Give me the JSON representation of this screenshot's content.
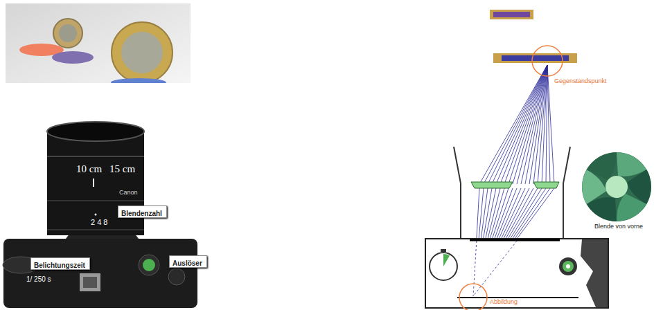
{
  "diagram": {
    "nodes": [
      {
        "text": [
          "Blendenzahl"
        ]
      },
      {
        "text": [
          "Belichtungszeit"
        ]
      },
      {
        "text": [
          "Auslöser"
        ]
      }
    ],
    "labels": [
      "10 cm",
      "15 cm",
      "2 4 8",
      "Canon",
      "1/ 250 s",
      "Gegenstandspunkt",
      "Blende von vorne",
      "Abbildung"
    ]
  }
}
